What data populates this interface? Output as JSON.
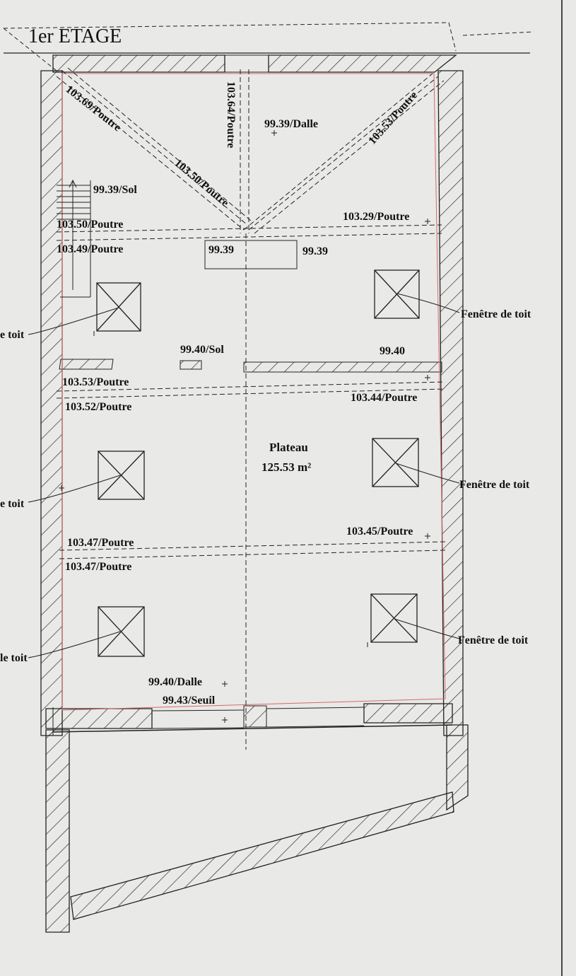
{
  "title": "1er ETAGE",
  "room": {
    "name": "Plateau",
    "area": "125.53 m²"
  },
  "labels": {
    "beam_top_left_diag": "103.69/Poutre",
    "beam_top_center": "103.64/Poutre",
    "slab_top": "99.39/Dalle",
    "beam_top_right_diag": "103.53/Poutre",
    "beam_center_diag": "103.50/Poutre",
    "floor_stairs": "99.39/Sol",
    "beam_row1_left_upper": "103.50/Poutre",
    "beam_row1_left_lower": "103.49/Poutre",
    "beam_row1_right": "103.29/Poutre",
    "level_box_left": "99.39",
    "level_box_right": "99.39",
    "floor_mid": "99.40/Sol",
    "level_mid_right": "99.40",
    "beam_row2_left_upper": "103.53/Poutre",
    "beam_row2_left_lower": "103.52/Poutre",
    "beam_row2_right": "103.44/Poutre",
    "beam_row3_left_upper": "103.47/Poutre",
    "beam_row3_left_lower": "103.47/Poutre",
    "beam_row3_right": "103.45/Poutre",
    "slab_bottom": "99.40/Dalle",
    "sill_bottom": "99.43/Seuil",
    "skylight_right_1": "Fenêtre de toit",
    "skylight_right_2": "Fenêtre de toit",
    "skylight_right_3": "Fenêtre de toit",
    "skylight_left_1": "e toit",
    "skylight_left_2": "e toit",
    "skylight_left_3": "le toit"
  }
}
